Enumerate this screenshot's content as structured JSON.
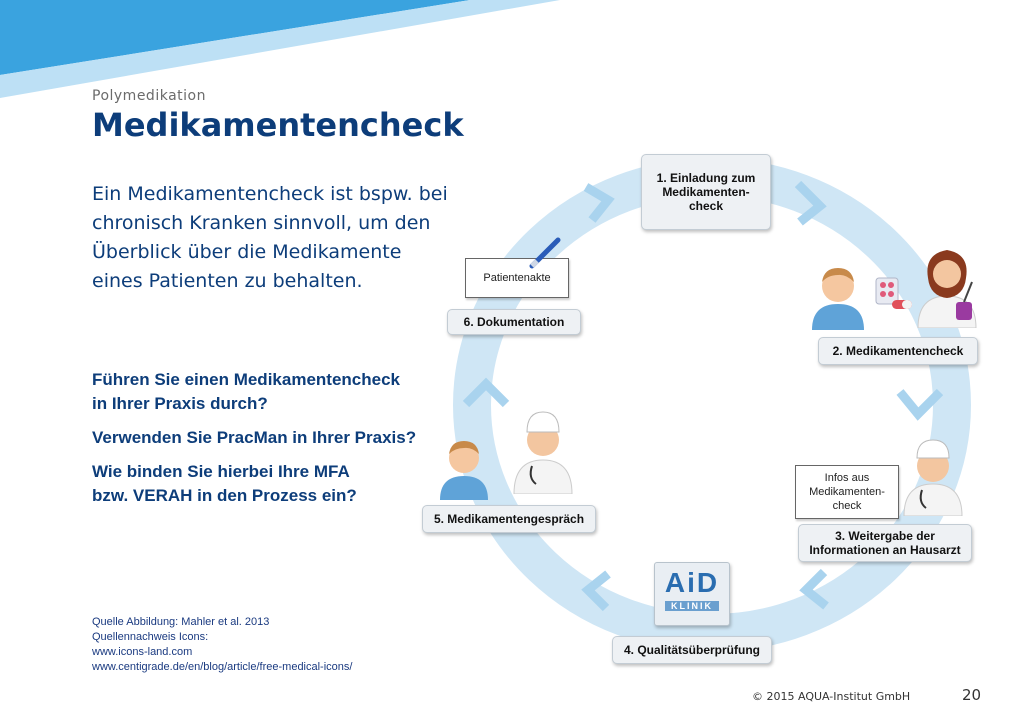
{
  "slide": {
    "topic": "Polymedikation",
    "title": "Medikamentencheck",
    "intro": "Ein Medikamentencheck ist bspw. bei chronisch Kranken sinnvoll, um den Überblick über die Medikamente eines Patienten zu behalten.",
    "questions": [
      "Führen Sie einen Medikamentencheck\nin Ihrer Praxis durch?",
      "Verwenden Sie PracMan in Ihrer Praxis?",
      "Wie binden Sie hierbei Ihre MFA\nbzw. VERAH in den Prozess ein?"
    ],
    "sources": [
      "Quelle Abbildung: Mahler et al. 2013",
      "Quellennachweis Icons:",
      "www.icons-land.com",
      "www.centigrade.de/en/blog/article/free-medical-icons/"
    ],
    "footer": {
      "copyright": "© 2015 AQUA-Institut GmbH",
      "page": "20"
    }
  },
  "diagram": {
    "steps": [
      "1. Einladung zum\nMedikamenten-\ncheck",
      "2. Medikamentencheck",
      "3. Weitergabe der\nInformationen an Hausarzt",
      "4. Qualitätsüberprüfung",
      "5. Medikamentengespräch",
      "6. Dokumentation"
    ],
    "documents": {
      "patient_file": "Patientenakte",
      "info_doc": "Infos aus\nMedikamenten-\ncheck"
    },
    "logo_text": {
      "letters": "AiD",
      "sub": "KLINIK"
    },
    "colors": {
      "ring": "#cfe6f5",
      "arrow": "#a9d3ee",
      "title": "#0d3d7a",
      "band": "#2c9ad8"
    }
  }
}
